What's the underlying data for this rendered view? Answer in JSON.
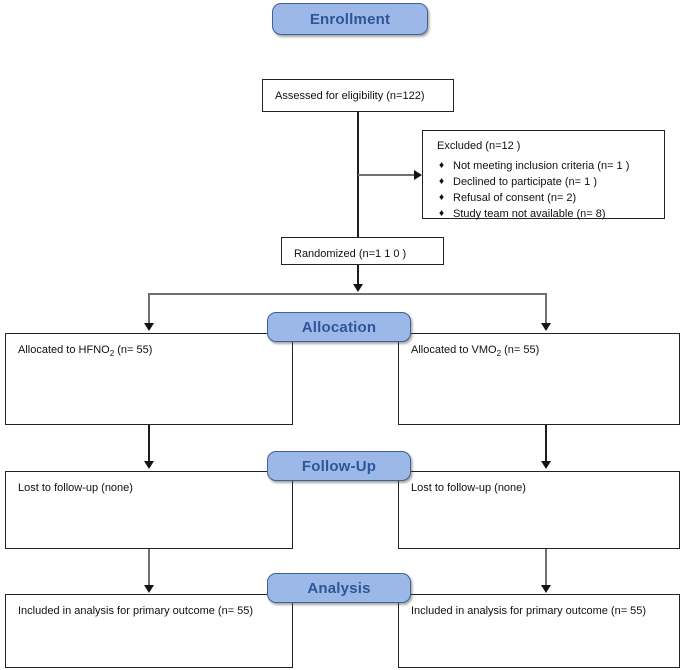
{
  "diagram": {
    "title": "CONSORT participant flow diagram",
    "colors": {
      "banner_fill": "#9cb8e8",
      "banner_border": "#41618f",
      "banner_text": "#2f5597",
      "box_border": "#232323",
      "connector": "#6f6f6f",
      "arrowhead": "#141414",
      "background": "#ffffff"
    }
  },
  "stages": {
    "enrollment": "Enrollment",
    "allocation": "Allocation",
    "followup": "Follow-Up",
    "analysis": "Analysis"
  },
  "enrollment": {
    "assessed": "Assessed for eligibility (n=122)",
    "randomized": "Randomized (n=1 1 0 )",
    "excluded": {
      "title": "Excluded  (n=12 )",
      "bullet_glyph": "♦",
      "reasons": [
        "Not meeting inclusion criteria (n=  1 )",
        "Declined to participate (n=  1 )",
        "Refusal of consent (n= 2)",
        "Study team not available (n= 8)"
      ]
    }
  },
  "arms": {
    "left": {
      "allocation_prefix": "Allocated to HFNO",
      "allocation_sub": "2",
      "allocation_suffix": " (n= 55)",
      "followup": "Lost to follow-up (none)",
      "analysis": "Included in analysis for primary outcome  (n=  55)"
    },
    "right": {
      "allocation_prefix": "Allocated to VMO",
      "allocation_sub": "2",
      "allocation_suffix": " (n= 55)",
      "followup": "Lost to follow-up (none)",
      "analysis": "Included in analysis for primary outcome  (n= 55)"
    }
  }
}
